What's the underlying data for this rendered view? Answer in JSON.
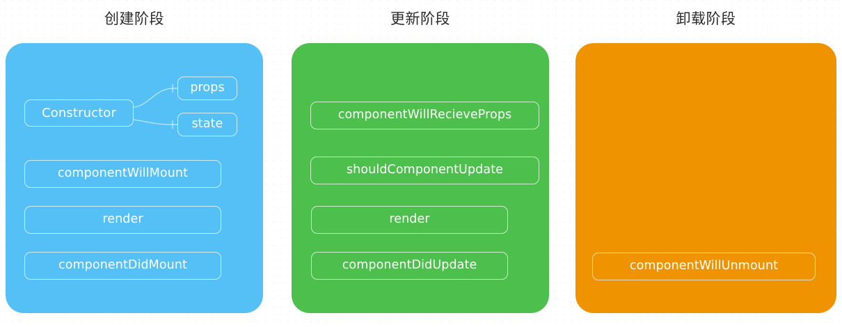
{
  "phases": [
    {
      "id": "mounting",
      "title": "创建阶段",
      "color": "#55c0f5",
      "items": [
        {
          "key": "constructor",
          "label": "Constructor"
        },
        {
          "key": "props",
          "label": "props"
        },
        {
          "key": "state",
          "label": "state"
        },
        {
          "key": "will_mount",
          "label": "componentWillMount"
        },
        {
          "key": "render",
          "label": "render"
        },
        {
          "key": "did_mount",
          "label": "componentDidMount"
        }
      ]
    },
    {
      "id": "updating",
      "title": "更新阶段",
      "color": "#4cbf4c",
      "items": [
        {
          "key": "will_receive_props",
          "label": "componentWillRecieveProps"
        },
        {
          "key": "should_update",
          "label": "shouldComponentUpdate"
        },
        {
          "key": "render",
          "label": "render"
        },
        {
          "key": "did_update",
          "label": "componentDidUpdate"
        }
      ]
    },
    {
      "id": "unmounting",
      "title": "卸载阶段",
      "color": "#ef9300",
      "items": [
        {
          "key": "will_unmount",
          "label": "componentWillUnmount"
        }
      ]
    }
  ]
}
